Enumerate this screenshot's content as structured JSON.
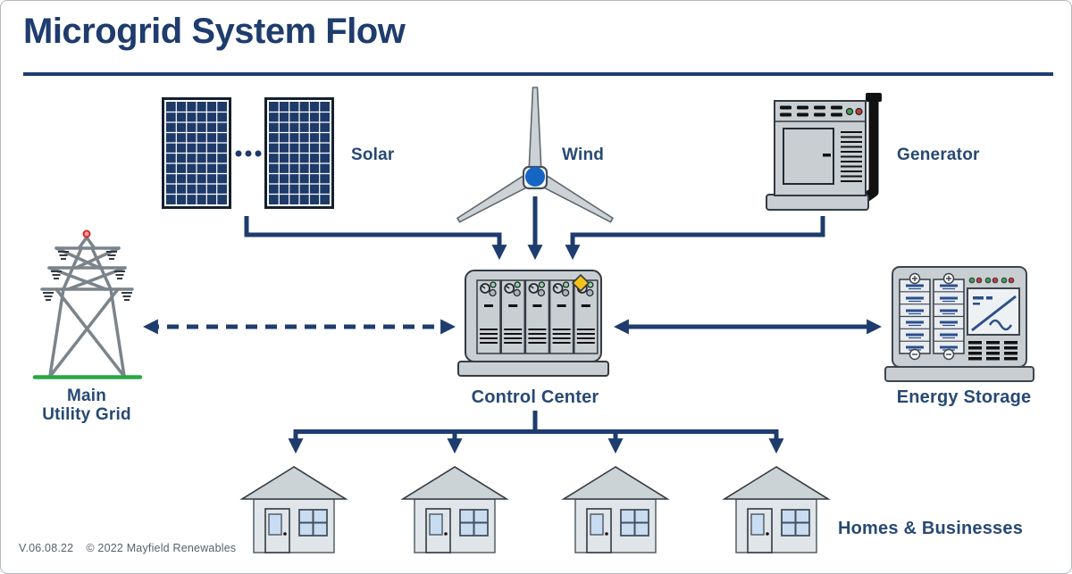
{
  "header": {
    "title": "Microgrid System Flow"
  },
  "nodes": {
    "solar": {
      "label": "Solar"
    },
    "wind": {
      "label": "Wind"
    },
    "generator": {
      "label": "Generator"
    },
    "utility_grid": {
      "label_line1": "Main",
      "label_line2": "Utility Grid"
    },
    "control_center": {
      "label": "Control Center"
    },
    "energy_storage": {
      "label": "Energy Storage"
    },
    "homes": {
      "label": "Homes & Businesses"
    }
  },
  "connections": [
    {
      "from": "solar",
      "to": "control_center",
      "style": "solid-arrow"
    },
    {
      "from": "wind",
      "to": "control_center",
      "style": "solid-arrow"
    },
    {
      "from": "generator",
      "to": "control_center",
      "style": "solid-arrow"
    },
    {
      "from": "utility_grid",
      "to": "control_center",
      "style": "dashed-bidirectional"
    },
    {
      "from": "control_center",
      "to": "energy_storage",
      "style": "solid-bidirectional"
    },
    {
      "from": "control_center",
      "to": "homes",
      "style": "solid-arrow-x4"
    }
  ],
  "icons": {
    "solar": "solar-panels-icon",
    "wind": "wind-turbine-icon",
    "generator": "generator-icon",
    "utility_grid": "transmission-tower-icon",
    "control_center": "control-cabinet-icon",
    "energy_storage": "battery-rack-icon",
    "homes": "house-icon"
  },
  "colors": {
    "navy": "#1e3c6d",
    "label_navy": "#274973",
    "panel_cell_navy": "#1e3a68",
    "device_gray": "#c9ced3",
    "house_body_gray": "#e0e5e9",
    "roof_gray": "#ccd3d7",
    "window_blue": "#c8dcf2",
    "ground_green": "#27a844",
    "diamond_yellow": "#f6c21a",
    "hub_blue": "#1565c4",
    "light_red": "#c23b3b",
    "light_green": "#3f9e4d"
  },
  "footer": {
    "version": "V.06.08.22",
    "copyright": "© 2022 Mayfield Renewables"
  }
}
